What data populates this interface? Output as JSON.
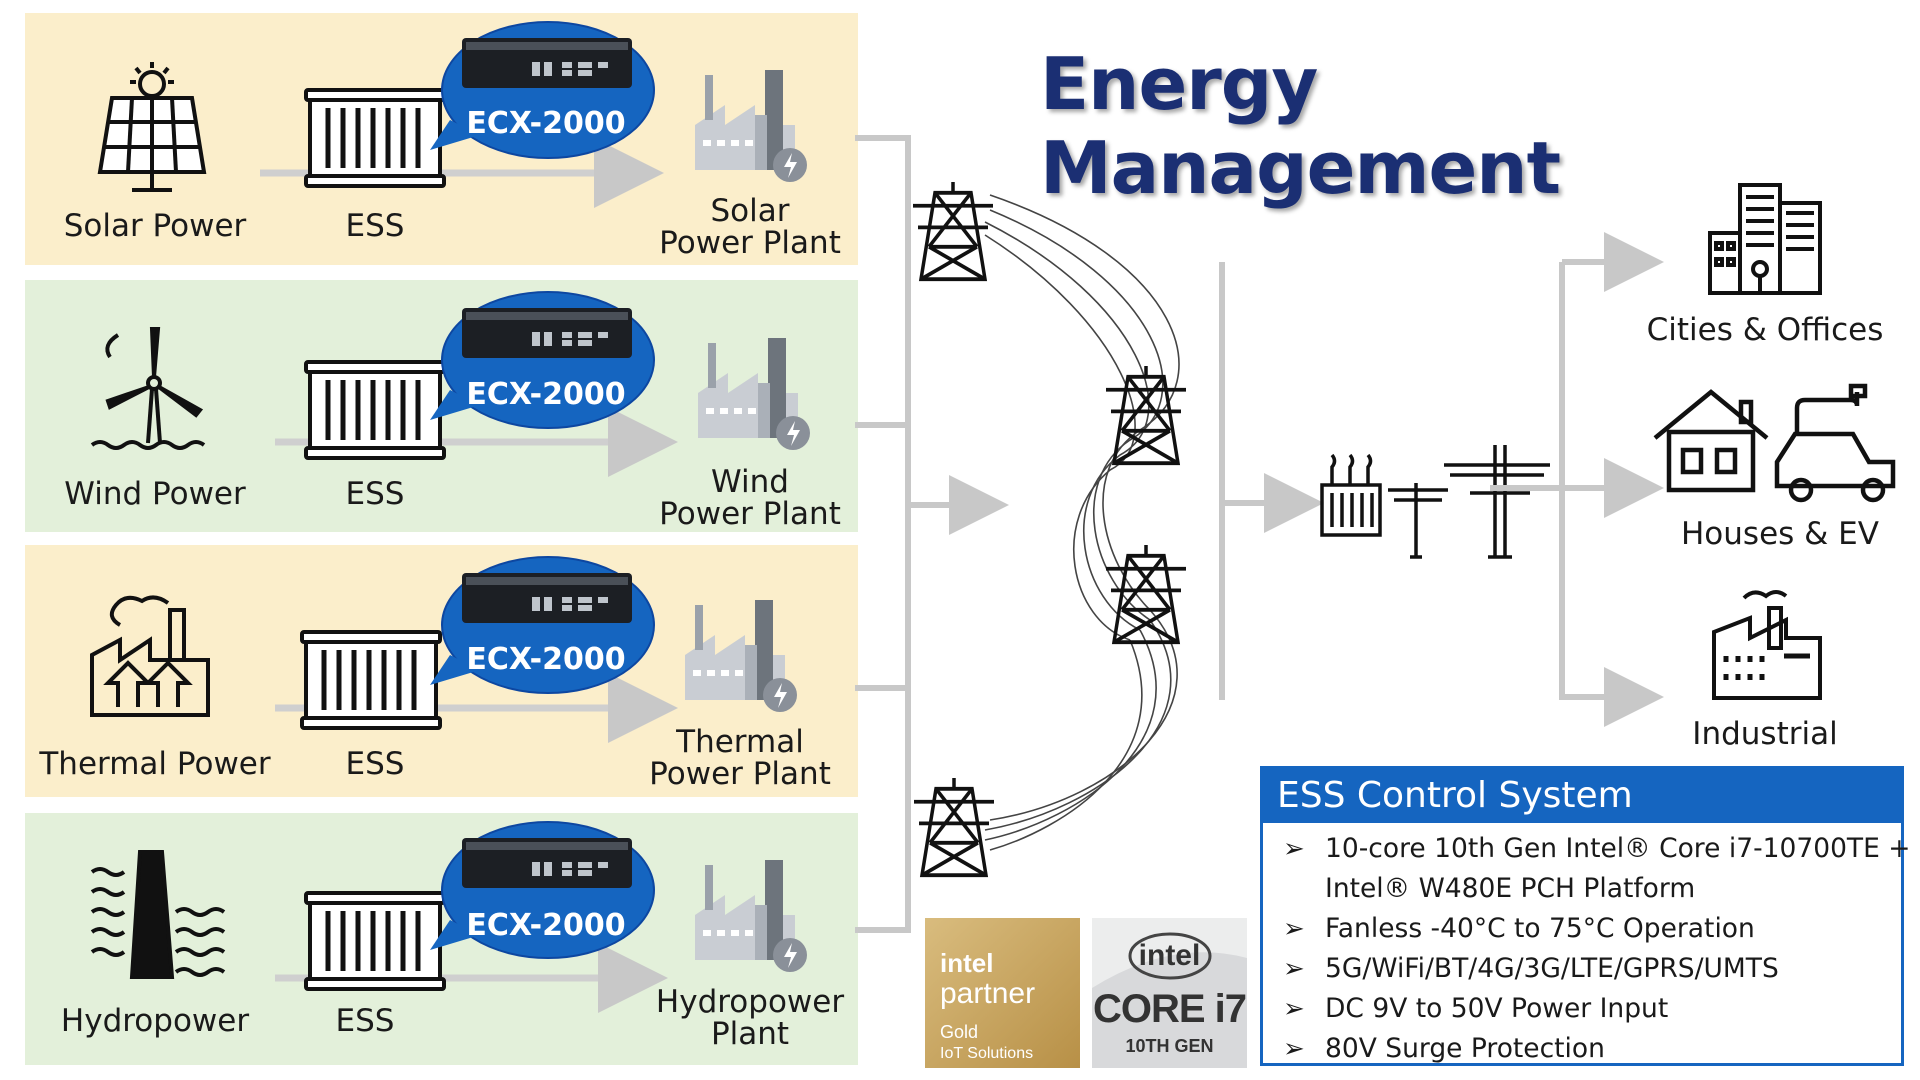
{
  "title": "Energy Management",
  "rows": [
    {
      "source": "Solar Power",
      "ess": "ESS",
      "device": "ECX-2000",
      "plant": "Solar\nPower Plant",
      "bg": "#fbeecb"
    },
    {
      "source": "Wind Power",
      "ess": "ESS",
      "device": "ECX-2000",
      "plant": "Wind\nPower Plant",
      "bg": "#e3f0da"
    },
    {
      "source": "Thermal Power",
      "ess": "ESS",
      "device": "ECX-2000",
      "plant": "Thermal\nPower Plant",
      "bg": "#fbeecb"
    },
    {
      "source": "Hydropower",
      "ess": "ESS",
      "device": "ECX-2000",
      "plant": "Hydropower\nPlant",
      "bg": "#e3f0da"
    }
  ],
  "consumers": {
    "cities": "Cities & Offices",
    "houses": "Houses & EV",
    "industrial": "Industrial"
  },
  "ess_control": {
    "header": "ESS Control System",
    "items": [
      "10-core 10th Gen Intel® Core i7-10700TE +",
      "Intel® W480E PCH Platform",
      "Fanless -40°C to 75°C Operation",
      "5G/WiFi/BT/4G/3G/LTE/GPRS/UMTS",
      "DC 9V to 50V Power Input",
      "80V Surge Protection"
    ]
  },
  "badges": {
    "intel_partner": {
      "brand": "intel",
      "line1": "partner",
      "line2": "Gold",
      "line3": "IoT Solutions"
    },
    "core_i7": {
      "brand": "intel",
      "line1": "CORE i7",
      "line2": "10TH GEN"
    }
  },
  "colors": {
    "accent": "#1565c0",
    "title": "#1b2f73",
    "bubble": "#1565c0",
    "connector": "#c8c8c8"
  }
}
